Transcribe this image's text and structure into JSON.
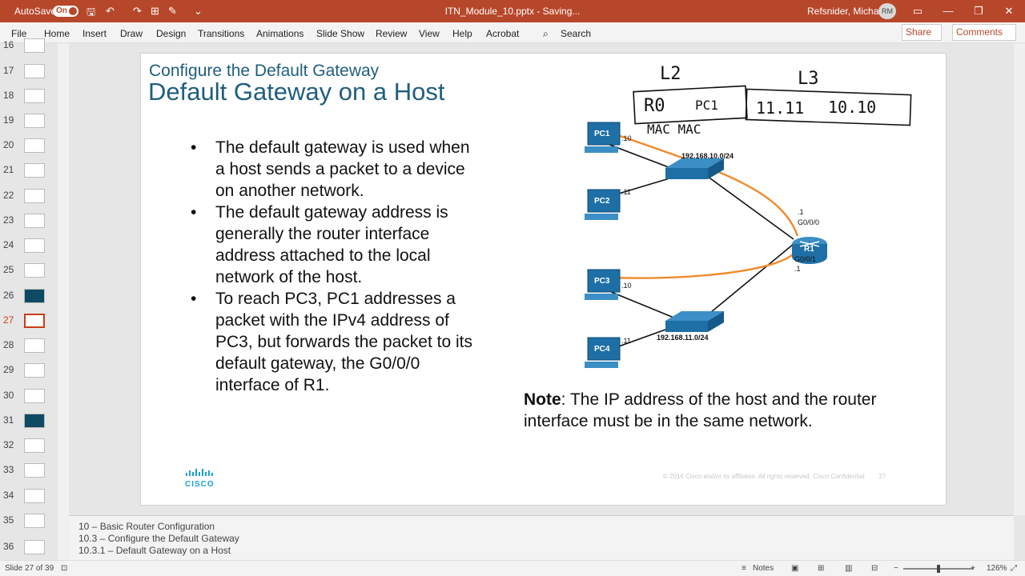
{
  "titlebar": {
    "autosave_label": "AutoSave",
    "autosave_state": "On",
    "doc_title": "ITN_Module_10.pptx - Saving...",
    "user_name": "Refsnider, Michael",
    "user_initials": "RM",
    "color": "#b7472a"
  },
  "menu": {
    "items": [
      "File",
      "Home",
      "Insert",
      "Draw",
      "Design",
      "Transitions",
      "Animations",
      "Slide Show",
      "Review",
      "View",
      "Help",
      "Acrobat"
    ],
    "search_label": "Search",
    "share_label": "Share",
    "comments_label": "Comments"
  },
  "thumbnails": [
    {
      "num": "16"
    },
    {
      "num": "17"
    },
    {
      "num": "18"
    },
    {
      "num": "19"
    },
    {
      "num": "20"
    },
    {
      "num": "21"
    },
    {
      "num": "22"
    },
    {
      "num": "23"
    },
    {
      "num": "24"
    },
    {
      "num": "25"
    },
    {
      "num": "26"
    },
    {
      "num": "27",
      "selected": true
    },
    {
      "num": "28"
    },
    {
      "num": "29"
    },
    {
      "num": "30"
    },
    {
      "num": "31"
    },
    {
      "num": "32"
    },
    {
      "num": "33"
    },
    {
      "num": "34"
    },
    {
      "num": "35"
    },
    {
      "num": "36"
    }
  ],
  "slide": {
    "subtitle": "Configure the Default Gateway",
    "title": "Default Gateway on a Host",
    "bullets": [
      "The default gateway is used when a host sends a packet to a device on another network.",
      "The default gateway address is generally the router interface address attached to the local network of the host.",
      "To reach PC3, PC1 addresses a packet with the IPv4 address of PC3, but forwards the packet to its default gateway, the G0/0/0 interface of R1."
    ],
    "note_bold": "Note",
    "note_text": ": The IP address of the host and the router interface must be in the same network.",
    "logo_text": "CISCO",
    "copyright": "© 2016 Cisco and/or its affiliates. All rights reserved.   Cisco Confidential",
    "page_number": "27",
    "diagram": {
      "pc1": "PC1",
      "pc2": "PC2",
      "pc3": "PC3",
      "pc4": "PC4",
      "router": "R1",
      "pc1_ip": ".10",
      "pc2_ip": ".11",
      "pc3_ip": ".10",
      "pc4_ip": ".11",
      "net1": "192.168.10.0/24",
      "net2": "192.168.11.0/24",
      "r1_g000": "G0/0/0",
      "r1_g001": "G0/0/1",
      "r1_ip_top": ".1",
      "r1_ip_bottom": ".1",
      "ink_l2": "L2",
      "ink_l3": "L3",
      "ink_r0": "R0",
      "ink_pc1": "PC1",
      "ink_ip1": "11.11",
      "ink_ip2": "10.10",
      "ink_mac": "MAC MAC"
    }
  },
  "notes": {
    "line1": "10 – Basic Router Configuration",
    "line2": "10.3 – Configure the Default Gateway",
    "line3": "10.3.1 – Default Gateway on a Host"
  },
  "status": {
    "slide_info": "Slide 27 of 39",
    "notes_label": "Notes",
    "zoom": "126%"
  }
}
